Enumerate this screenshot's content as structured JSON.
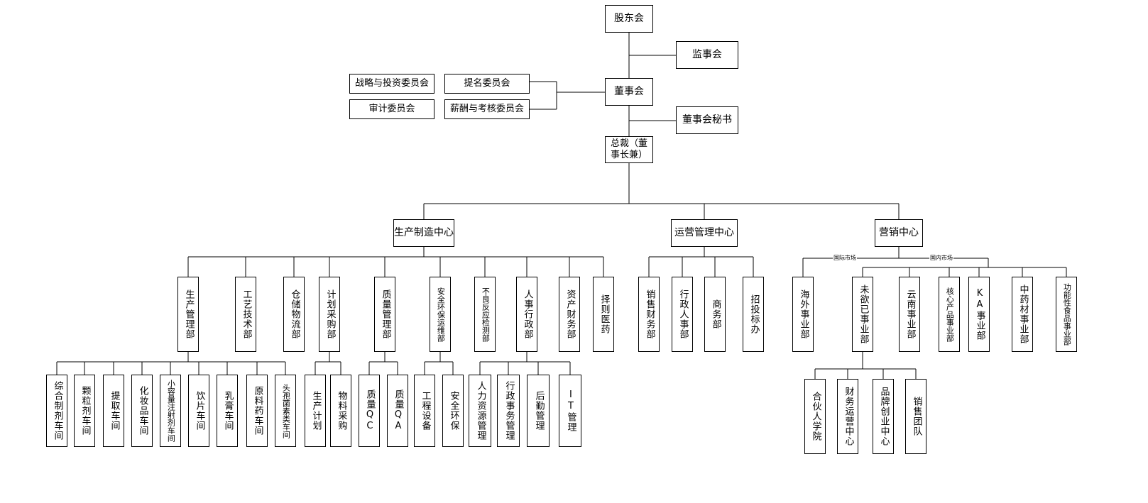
{
  "top": {
    "shareholders": "股东会",
    "supervisors": "监事会",
    "board": "董事会",
    "board_secretary": "董事会秘书",
    "president": "总裁（董事长兼）"
  },
  "committees": [
    "战略与投资委员会",
    "提名委员会",
    "审计委员会",
    "薪酬与考核委员会"
  ],
  "centers": {
    "production": "生产制造中心",
    "operations": "运营管理中心",
    "marketing": "营销中心"
  },
  "production_depts": [
    "生产管理部",
    "工艺技术部",
    "仓储物流部",
    "计划采购部",
    "质量管理部",
    "安全环保运维部",
    "不良反应检测部",
    "人事行政部",
    "资产财务部",
    "择则医药"
  ],
  "workshops": [
    "综合制剂车间",
    "颗粒剂车间",
    "提取车间",
    "化妆品车间",
    "小容量注射剂车间",
    "饮片车间",
    "乳膏车间",
    "原料药车间",
    "头孢菌素类车间"
  ],
  "planning_subs": [
    "生产计划",
    "物料采购"
  ],
  "quality_subs": [
    "质量QC",
    "质量QA"
  ],
  "safety_subs": [
    "工程设备",
    "安全环保"
  ],
  "hr_subs": [
    "人力资源管理",
    "行政事务管理",
    "后勤管理",
    "IT管理"
  ],
  "operations_depts": [
    "销售财务部",
    "行政人事部",
    "商务部",
    "招投标办"
  ],
  "market_labels": {
    "international": "国际市场",
    "domestic": "国内市场"
  },
  "marketing_depts": [
    "海外事业部",
    "未欲已事业部",
    "云南事业部",
    "核心产品事业部",
    "KA事业部",
    "中药材事业部",
    "功能性食品事业部"
  ],
  "weiyuyi_subs": [
    "合伙人学院",
    "财务运营中心",
    "品牌创业中心",
    "销售团队"
  ]
}
